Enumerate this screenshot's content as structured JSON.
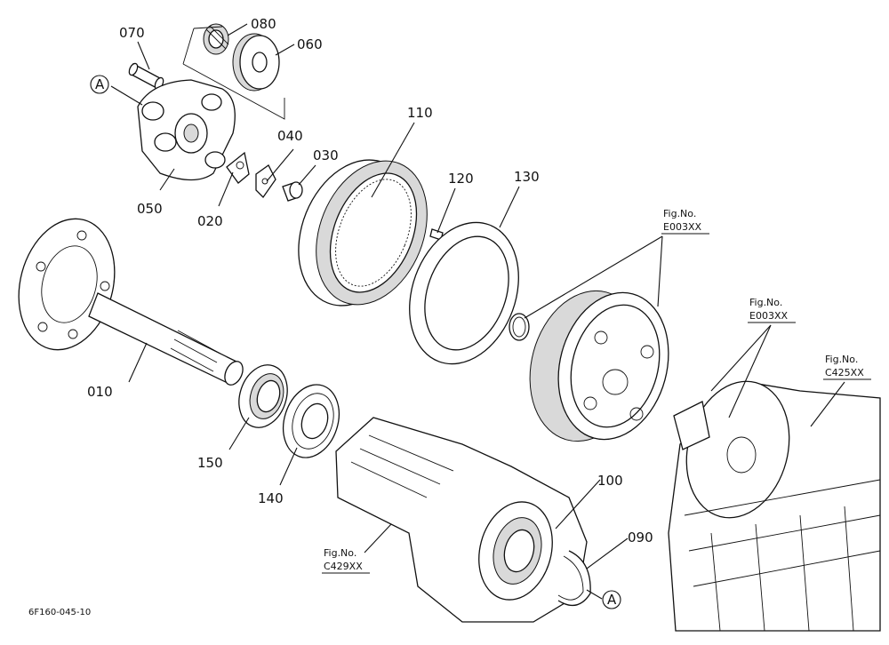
{
  "callouts": [
    {
      "id": "010",
      "label": "010"
    },
    {
      "id": "020",
      "label": "020"
    },
    {
      "id": "030",
      "label": "030"
    },
    {
      "id": "040",
      "label": "040"
    },
    {
      "id": "050",
      "label": "050"
    },
    {
      "id": "060",
      "label": "060"
    },
    {
      "id": "070",
      "label": "070"
    },
    {
      "id": "080",
      "label": "080"
    },
    {
      "id": "090",
      "label": "090"
    },
    {
      "id": "100",
      "label": "100"
    },
    {
      "id": "110",
      "label": "110"
    },
    {
      "id": "120",
      "label": "120"
    },
    {
      "id": "130",
      "label": "130"
    },
    {
      "id": "140",
      "label": "140"
    },
    {
      "id": "150",
      "label": "150"
    }
  ],
  "ref_markers": {
    "a_top": "A",
    "a_bottom": "A"
  },
  "figure_refs": [
    {
      "line1": "Fig.No.",
      "line2": "E003XX"
    },
    {
      "line1": "Fig.No.",
      "line2": "E003XX"
    },
    {
      "line1": "Fig.No.",
      "line2": "C425XX"
    },
    {
      "line1": "Fig.No.",
      "line2": "C429XX"
    }
  ],
  "diagram_code": "6F160-045-10"
}
